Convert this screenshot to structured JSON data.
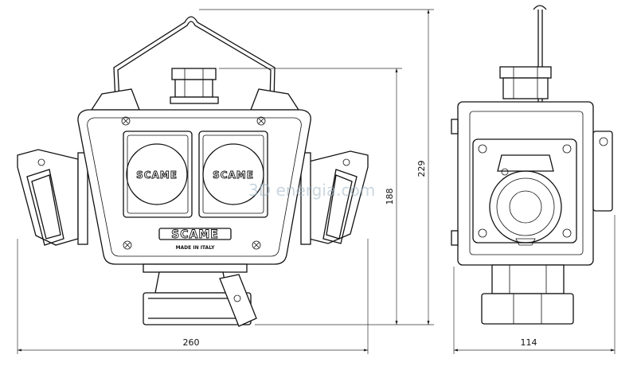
{
  "dimensions": {
    "width_front": "260",
    "height_body": "188",
    "height_total": "229",
    "width_side": "114"
  },
  "labels": {
    "brand": "SCAME",
    "made_in": "MADE IN ITALY"
  },
  "watermark": "3D energia.com",
  "colors": {
    "line": "#111111",
    "watermark": "#9fb6c6"
  }
}
